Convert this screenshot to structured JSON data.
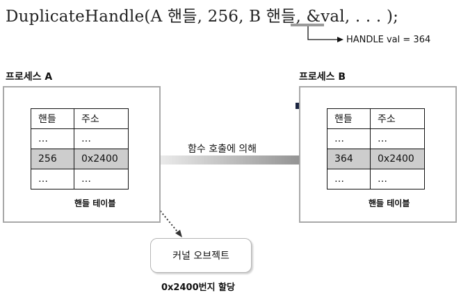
{
  "code": "DuplicateHandle(A 핸들, 256, B 핸들, &val, . . . );",
  "annotation": "HANDLE val = 364",
  "process_a": {
    "label": "프로세스 A",
    "table": {
      "headers": [
        "핸들",
        "주소"
      ],
      "rows": [
        [
          "…",
          "…"
        ],
        [
          "256",
          "0x2400"
        ],
        [
          "…",
          "…"
        ]
      ],
      "highlight_row": 1
    },
    "caption": "핸들 테이블"
  },
  "process_b": {
    "label": "프로세스 B",
    "table": {
      "headers": [
        "핸들",
        "주소"
      ],
      "rows": [
        [
          "…",
          "…"
        ],
        [
          "364",
          "0x2400"
        ],
        [
          "…",
          "…"
        ]
      ],
      "highlight_row": 1
    },
    "caption": "핸들 테이블"
  },
  "call_label": "함수 호출에 의해",
  "kernel_object": {
    "label": "커널 오브젝트",
    "caption": "0x2400번지 할당"
  }
}
